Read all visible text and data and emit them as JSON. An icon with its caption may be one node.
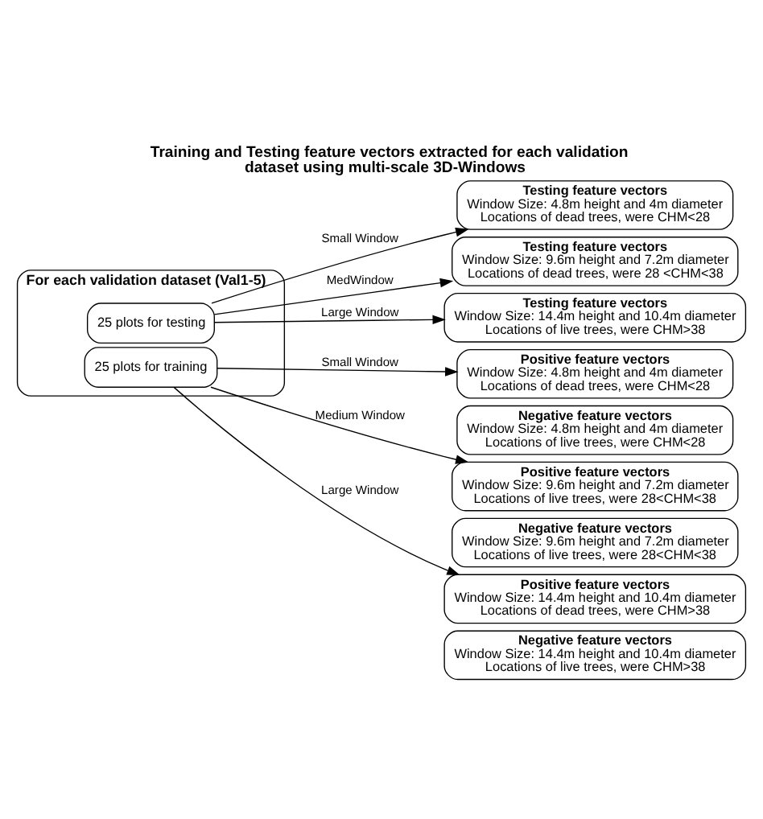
{
  "diagram": {
    "title": "Training and Testing feature vectors extracted for each validation dataset using multi-scale 3D-Windows",
    "nodes": [
      {
        "text": [
          "For each validation dataset (Val1-5)"
        ]
      },
      {
        "text": [
          "25 plots for training"
        ],
        "in": 0
      },
      {
        "text": [
          "25 plots for testing"
        ],
        "in": 0
      },
      {
        "text": [
          "Testing feature vectors",
          "Window Size: 4.8m height and 4m diameter",
          "Locations of dead trees, were CHM<28"
        ]
      },
      {
        "text": [
          "Testing feature vectors",
          "Window Size: 9.6m height and 7.2m diameter",
          "Locations of dead trees, were 28 <CHM<38"
        ]
      },
      {
        "text": [
          "Testing feature vectors",
          "Window Size: 14.4m height and 10.4m diameter",
          "Locations of live trees, were CHM>38"
        ]
      },
      {
        "text": [
          "Positive feature vectors",
          "Window Size: 4.8m height and 4m diameter",
          "Locations of dead trees, were CHM<28"
        ]
      },
      {
        "text": [
          "Negative feature vectors",
          "Window Size: 4.8m height and 4m diameter",
          "Locations of live trees, were CHM<28"
        ]
      },
      {
        "text": [
          "Positive feature vectors",
          "Window Size: 9.6m height and 7.2m diameter",
          "Locations of live trees, were 28<CHM<38"
        ]
      },
      {
        "text": [
          "Negative feature vectors",
          "Window Size: 9.6m height and 7.2m diameter",
          "Locations of live trees, were 28<CHM<38"
        ]
      },
      {
        "text": [
          "Positive feature vectors",
          "Window Size: 14.4m height and 10.4m diameter",
          "Locations of dead trees, were CHM>38"
        ]
      },
      {
        "text": [
          "Negative feature vectors",
          "Window Size: 14.4m height and 10.4m diameter",
          "Locations of live trees, were CHM>38"
        ]
      }
    ],
    "edges": [
      {
        "from": 2,
        "to": 3,
        "arrow": "to",
        "label": "Small Window"
      },
      {
        "from": 2,
        "to": 4,
        "arrow": "to",
        "label": "MedWindow"
      },
      {
        "from": 2,
        "to": 5,
        "arrow": "to",
        "label": "Large Window"
      },
      {
        "from": 1,
        "to": 6,
        "arrow": "to",
        "label": "Small Window"
      },
      {
        "from": 1,
        "to": 8,
        "arrow": "to",
        "label": "Medium Window"
      },
      {
        "from": 1,
        "to": 10,
        "arrow": "to",
        "label": "Large Window"
      }
    ]
  }
}
